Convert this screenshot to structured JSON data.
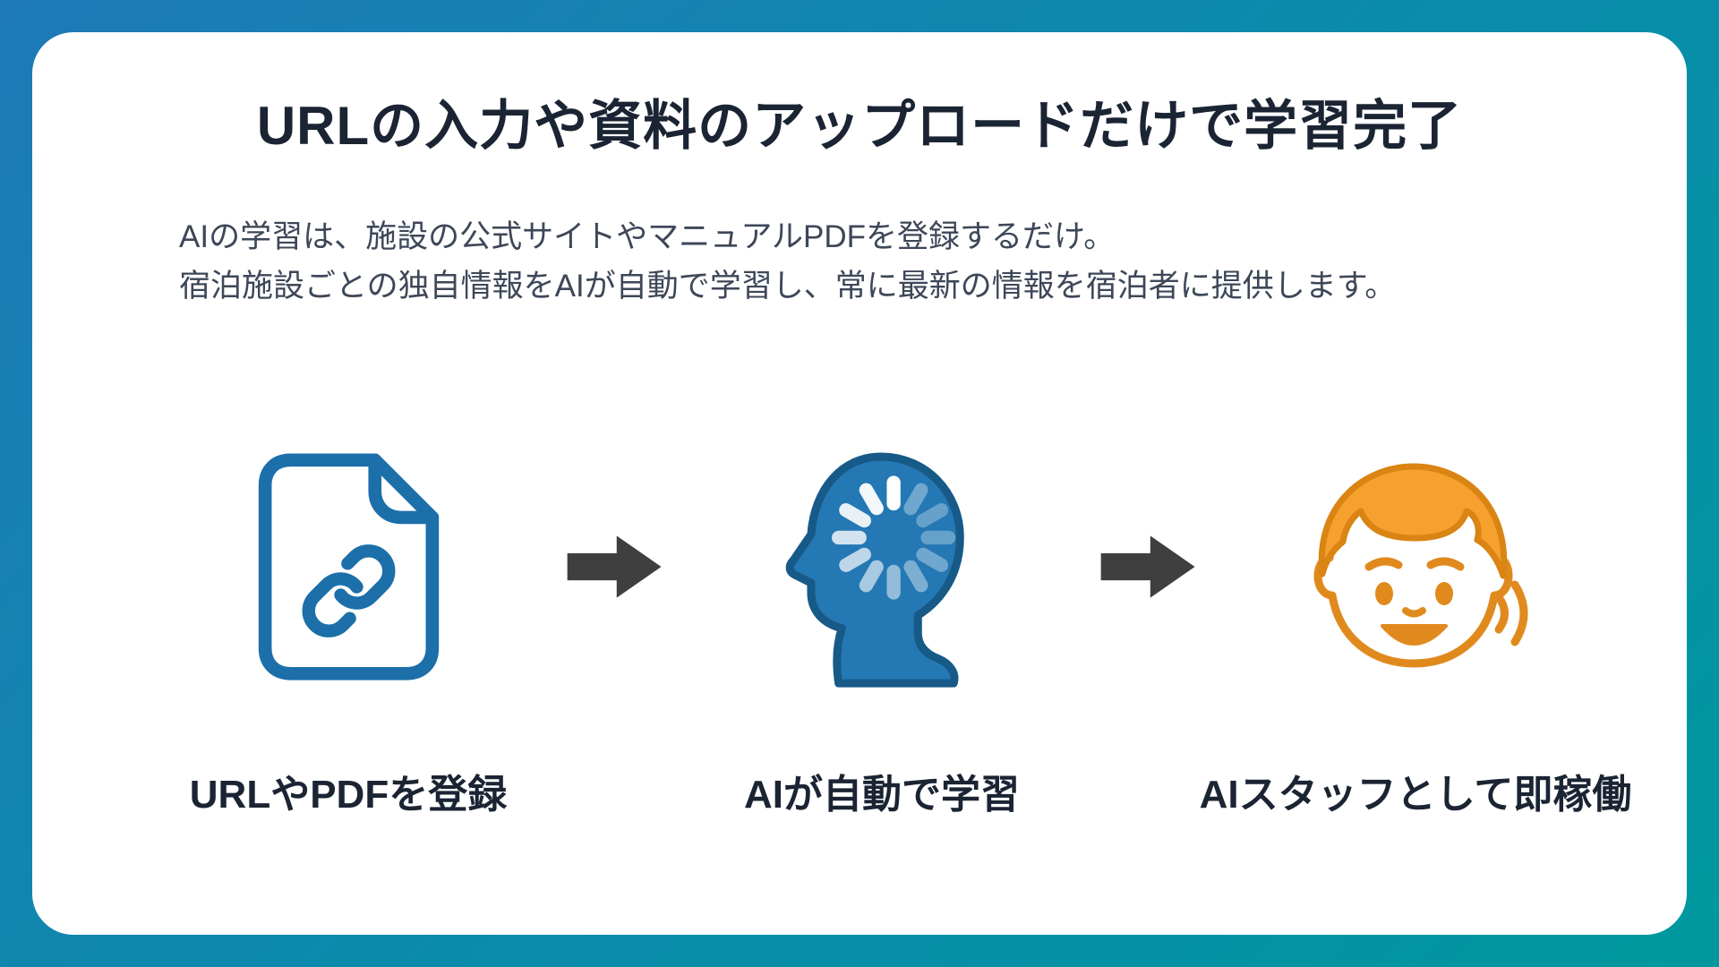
{
  "slide": {
    "title": "URLの入力や資料のアップロードだけで学習完了",
    "description": [
      "AIの学習は、施設の公式サイトやマニュアルPDFを登録するだけ。",
      "宿泊施設ごとの独自情報をAIが自動で学習し、常に最新の情報を宿泊者に提供します。"
    ]
  },
  "steps": [
    {
      "label": "URLやPDFを登録",
      "icon": "document-link-icon"
    },
    {
      "label": "AIが自動で学習",
      "icon": "ai-head-loading-icon"
    },
    {
      "label": "AIスタッフとして即稼働",
      "icon": "speaking-person-icon"
    }
  ],
  "colors": {
    "background_gradient_start": "#1d7ab7",
    "background_gradient_end": "#00989e",
    "card_background": "#ffffff",
    "heading_text": "#1b2433",
    "body_text": "#3d4758",
    "document_icon_blue": "#1c6fa9",
    "head_icon_blue": "#2478b4",
    "head_icon_outline": "#175a88",
    "spinner_light": "#ffffff",
    "person_icon_orange": "#e08a1e",
    "hair_fill_orange": "#f6a12e",
    "hair_outline_orange": "#d98413",
    "arrow_gray": "#3f3f3f"
  }
}
